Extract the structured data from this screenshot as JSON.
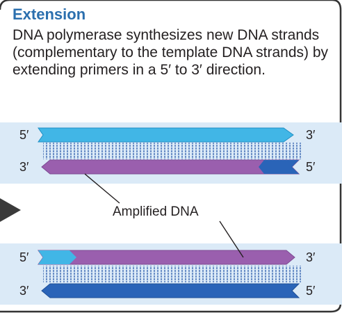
{
  "title": "Extension",
  "description": "DNA polymerase synthesizes new DNA strands (complementary to the template DNA strands) by extending primers in a 5′ to 3′ direction.",
  "callout_label": "Amplified DNA",
  "strand_ends": {
    "top_strand_left": "5′",
    "top_strand_right": "3′",
    "upper_purple_left": "3′",
    "upper_purple_right": "5′",
    "lower_purple_left": "5′",
    "lower_purple_right": "3′",
    "bottom_strand_left": "3′",
    "bottom_strand_right": "5′"
  },
  "colors": {
    "title": "#2b6fae",
    "cyan_strand": "#41b6e6",
    "cyan_dark": "#1f8fc4",
    "navy_strand": "#2a64b8",
    "purple_strand": "#9a5fae",
    "purple_light": "#b07ac0",
    "band": "#dbeaf7",
    "rungs": "#6b8fc7",
    "border": "#333333"
  },
  "icons": [
    "arrow-pointer-icon"
  ]
}
